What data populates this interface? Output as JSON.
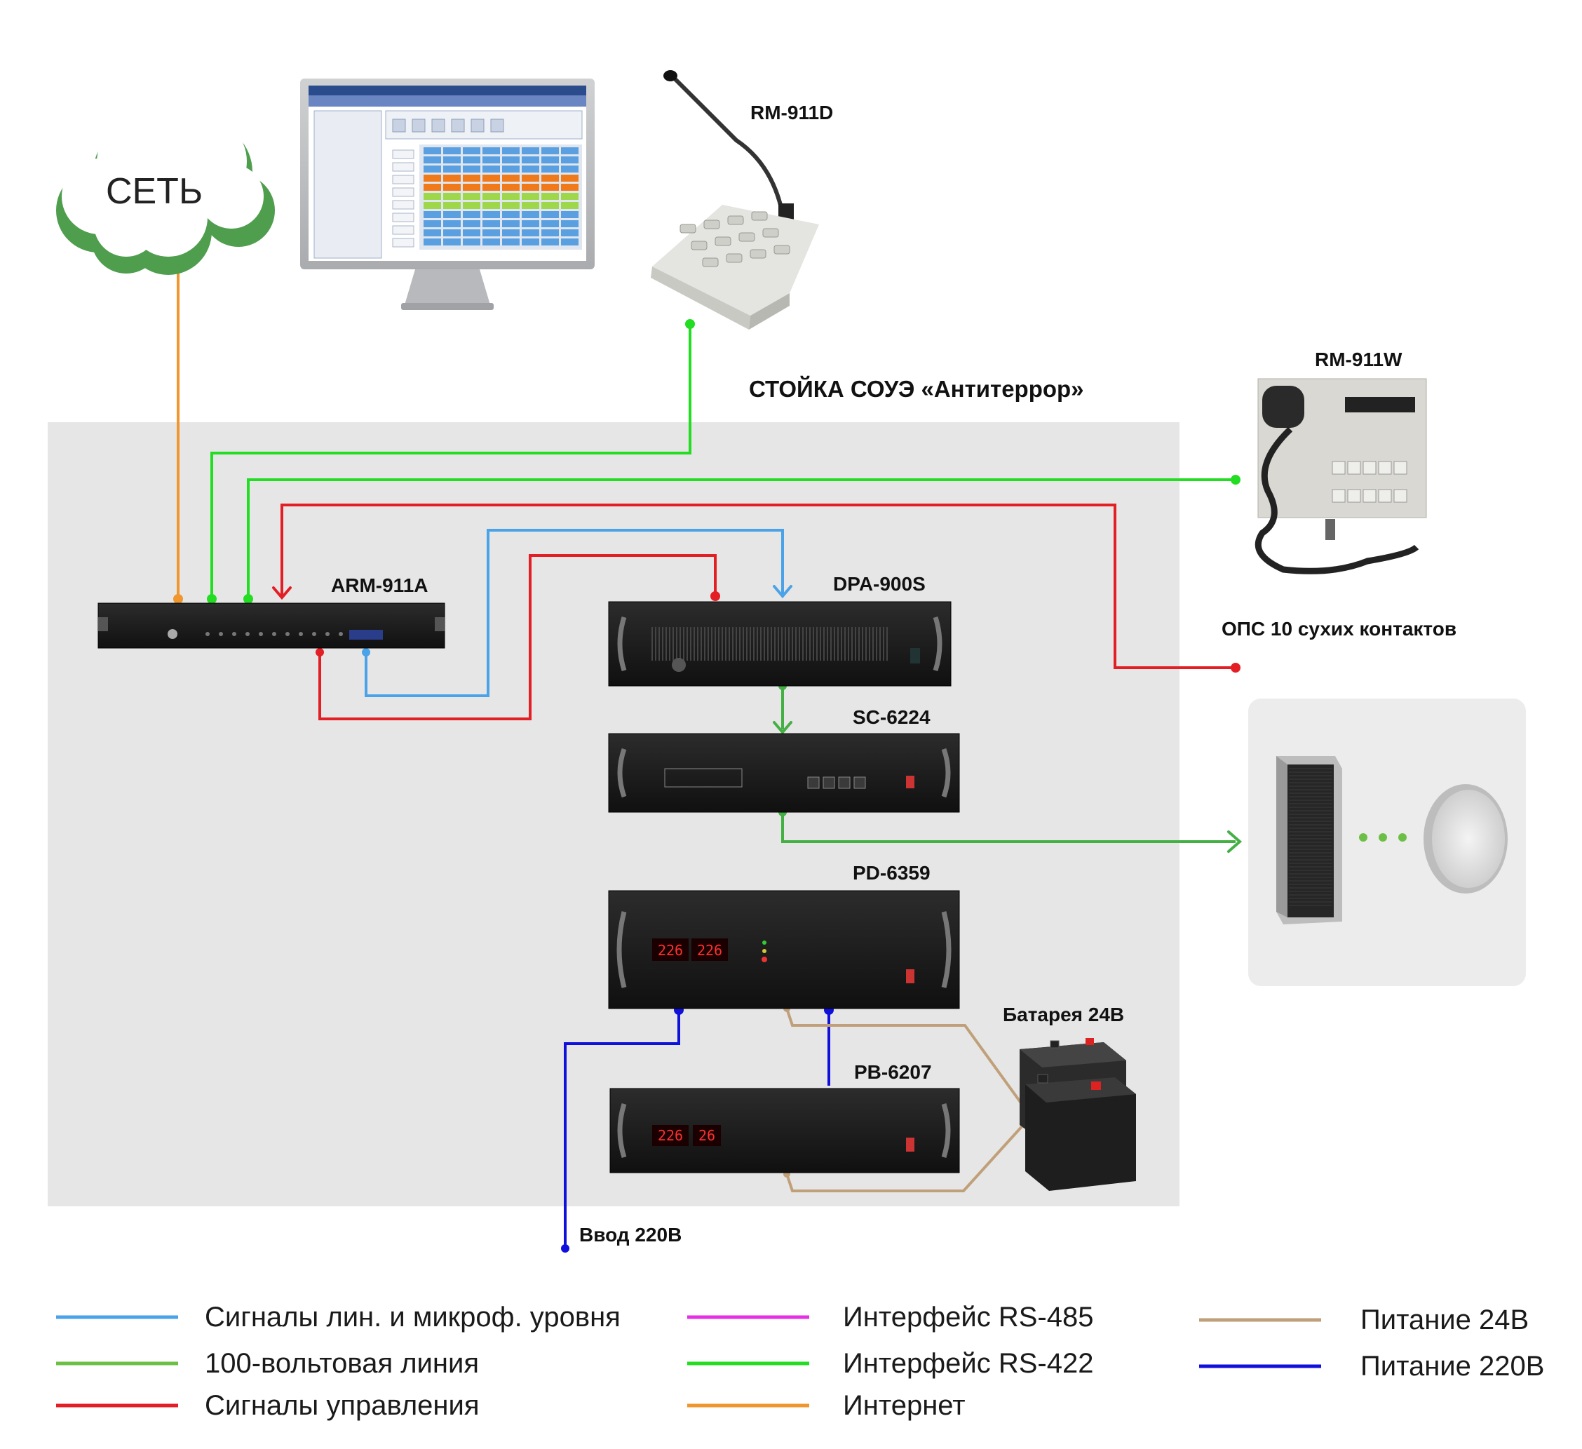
{
  "labels": {
    "cloud": "СЕТЬ",
    "rack_title": "СТОЙКА СОУЭ «Антитеррор»",
    "rm911d": "RM-911D",
    "rm911w": "RM-911W",
    "arm911a": "ARM-911A",
    "dpa900s": "DPA-900S",
    "sc6224": "SC-6224",
    "pd6359": "PD-6359",
    "pb6207": "PB-6207",
    "battery": "Батарея 24В",
    "ops": "ОПС 10 сухих контактов",
    "input220": "Ввод 220В"
  },
  "displays": {
    "pd6359_left": "226",
    "pd6359_right": "226",
    "pb6207_left": "226",
    "pb6207_right": "26"
  },
  "legend": [
    {
      "label": "Сигналы лин. и микроф. уровня",
      "color": "#4aa3e8"
    },
    {
      "label": "100-вольтовая линия",
      "color": "#6cbf45"
    },
    {
      "label": "Сигналы управления",
      "color": "#e31e24"
    },
    {
      "label": "Интерфейс RS-485",
      "color": "#e62ee6"
    },
    {
      "label": "Интерфейс RS-422",
      "color": "#22dd22"
    },
    {
      "label": "Интернет",
      "color": "#f0962e"
    },
    {
      "label": "Питание 24В",
      "color": "#c0a07a"
    },
    {
      "label": "Питание 220В",
      "color": "#1010dd"
    }
  ],
  "colors": {
    "line_signal": "#4aa3e8",
    "line_100v": "#44b044",
    "line_control": "#e31e24",
    "line_rs422": "#22dd22",
    "line_internet": "#f0962e",
    "line_24v": "#c0a07a",
    "line_220v": "#1010dd",
    "rack_bg": "#e6e6e6"
  }
}
